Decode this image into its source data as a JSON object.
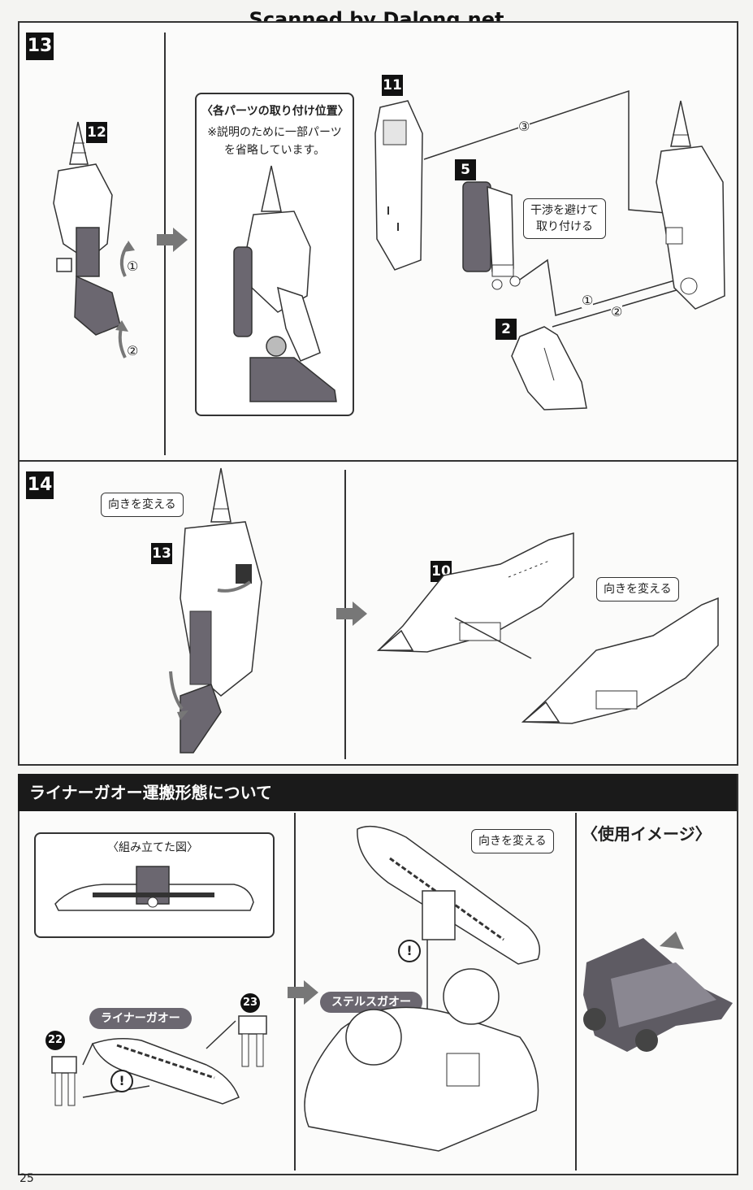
{
  "watermark": "Scanned by Dalong.net",
  "page_number": "25",
  "step13": {
    "step_label": "13",
    "part_12": "12",
    "part_11": "11",
    "part_5": "5",
    "part_2": "2",
    "order_1": "①",
    "order_2": "②",
    "order_3": "③",
    "note_title": "〈各パーツの取り付け位置〉",
    "note_line1": "※説明のために一部パーツ",
    "note_line2": "を省略しています。",
    "avoid_callout_line1": "干渉を避けて",
    "avoid_callout_line2": "取り付ける"
  },
  "step14": {
    "step_label": "14",
    "part_13": "13",
    "part_10": "10",
    "turn_label_left": "向きを変える",
    "turn_label_right": "向きを変える"
  },
  "transport": {
    "header": "ライナーガオー運搬形態について",
    "assembled_label": "〈組み立てた図〉",
    "liner_pill": "ライナーガオー",
    "stealth_pill": "ステルスガオー",
    "part_22": "22",
    "part_23": "23",
    "turn_label": "向きを変える",
    "warning": "!",
    "usage_title": "〈使用イメージ〉"
  }
}
